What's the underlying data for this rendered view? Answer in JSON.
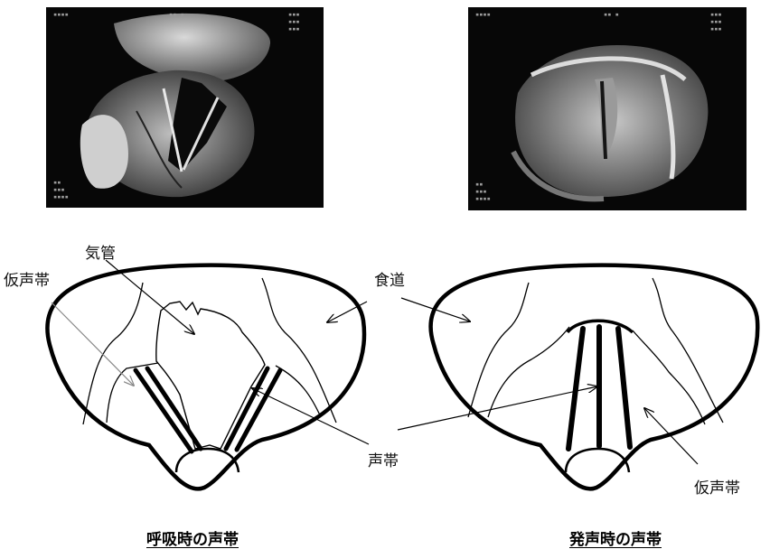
{
  "labels": {
    "trachea": "気管",
    "esophagus": "食道",
    "false_vocal_cord_left": "仮声帯",
    "vocal_cord": "声帯",
    "false_vocal_cord_right": "仮声帯"
  },
  "captions": {
    "left": "呼吸時の声帯",
    "right": "発声時の声帯"
  }
}
